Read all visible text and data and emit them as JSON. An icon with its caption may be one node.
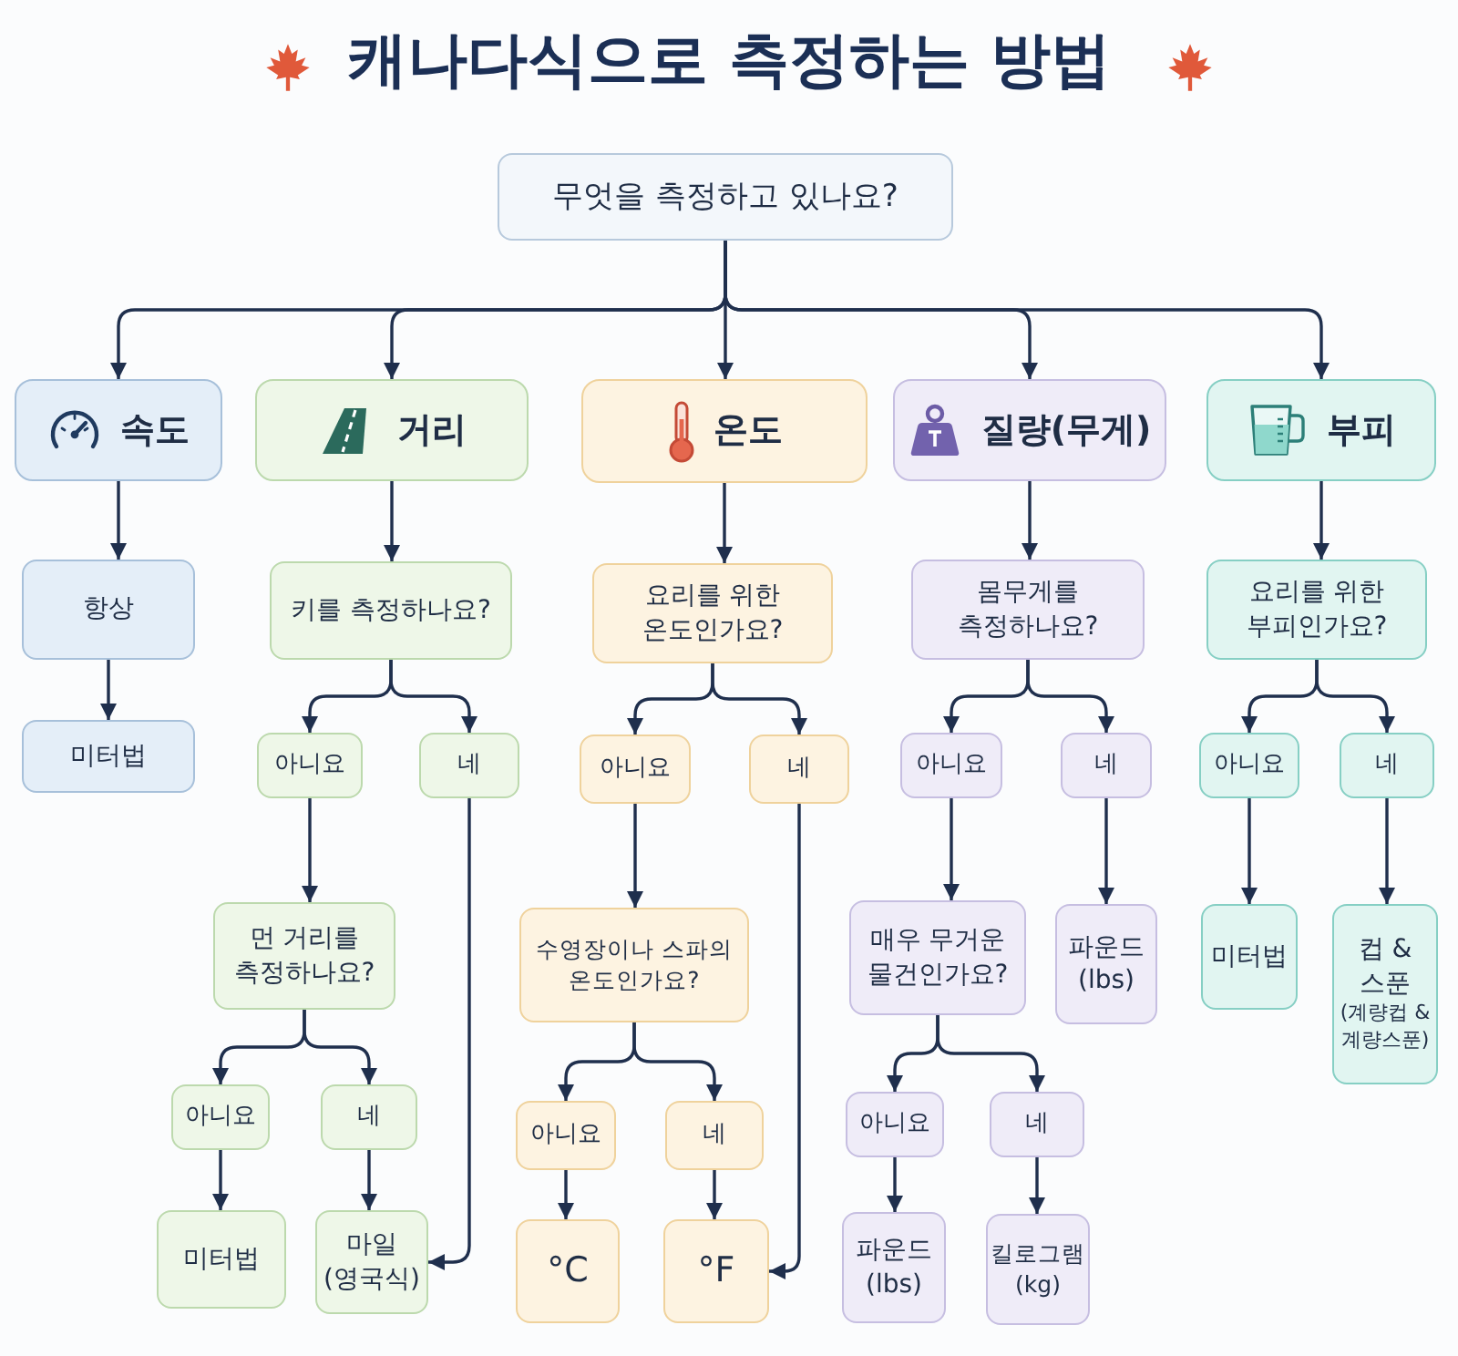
{
  "diagram": {
    "title": "캐나다식으로 측정하는 방법",
    "nodes": [
      {
        "text": [
          "무엇을 측정하고 있나요?"
        ]
      },
      {
        "text": [
          "속도"
        ]
      },
      {
        "text": [
          "거리"
        ]
      },
      {
        "text": [
          "온도"
        ]
      },
      {
        "text": [
          "질량(무게)"
        ]
      },
      {
        "text": [
          "부피"
        ]
      },
      {
        "text": [
          "항상"
        ]
      },
      {
        "text": [
          "미터법"
        ]
      },
      {
        "text": [
          "키를 측정하나요?"
        ]
      },
      {
        "text": [
          "아니요"
        ]
      },
      {
        "text": [
          "네"
        ]
      },
      {
        "text": [
          "먼 거리를 측정하나요?"
        ]
      },
      {
        "text": [
          "아니요"
        ]
      },
      {
        "text": [
          "네"
        ]
      },
      {
        "text": [
          "미터법"
        ]
      },
      {
        "text": [
          "마일 (영국식)"
        ]
      },
      {
        "text": [
          "요리를 위한 온도인가요?"
        ]
      },
      {
        "text": [
          "아니요"
        ]
      },
      {
        "text": [
          "네"
        ]
      },
      {
        "text": [
          "수영장이나 스파의 온도인가요?"
        ]
      },
      {
        "text": [
          "아니요"
        ]
      },
      {
        "text": [
          "네"
        ]
      },
      {
        "text": [
          "°C"
        ]
      },
      {
        "text": [
          "°F"
        ]
      },
      {
        "text": [
          "몸무게를 측정하나요?"
        ]
      },
      {
        "text": [
          "아니요"
        ]
      },
      {
        "text": [
          "네"
        ]
      },
      {
        "text": [
          "매우 무거운 물건인가요?"
        ]
      },
      {
        "text": [
          "파운드 (lbs)"
        ]
      },
      {
        "text": [
          "아니요"
        ]
      },
      {
        "text": [
          "네"
        ]
      },
      {
        "text": [
          "파운드 (lbs)"
        ]
      },
      {
        "text": [
          "킬로그램 (kg)"
        ]
      },
      {
        "text": [
          "요리를 위한 부피인가요?"
        ]
      },
      {
        "text": [
          "아니요"
        ]
      },
      {
        "text": [
          "네"
        ]
      },
      {
        "text": [
          "미터법"
        ]
      },
      {
        "text": [
          "컵 & 스푼",
          "(계량컵 & 계량스푼)"
        ]
      }
    ],
    "edges": [
      {
        "from": 0,
        "to": 1,
        "arrow": "to"
      },
      {
        "from": 0,
        "to": 2,
        "arrow": "to"
      },
      {
        "from": 0,
        "to": 3,
        "arrow": "to"
      },
      {
        "from": 0,
        "to": 4,
        "arrow": "to"
      },
      {
        "from": 0,
        "to": 5,
        "arrow": "to"
      },
      {
        "from": 1,
        "to": 6,
        "arrow": "to"
      },
      {
        "from": 6,
        "to": 7,
        "arrow": "to"
      },
      {
        "from": 2,
        "to": 8,
        "arrow": "to"
      },
      {
        "from": 8,
        "to": 9,
        "arrow": "to"
      },
      {
        "from": 8,
        "to": 10,
        "arrow": "to"
      },
      {
        "from": 9,
        "to": 11,
        "arrow": "to"
      },
      {
        "from": 10,
        "to": 15,
        "arrow": "to"
      },
      {
        "from": 11,
        "to": 12,
        "arrow": "to"
      },
      {
        "from": 11,
        "to": 13,
        "arrow": "to"
      },
      {
        "from": 12,
        "to": 14,
        "arrow": "to"
      },
      {
        "from": 13,
        "to": 15,
        "arrow": "to"
      },
      {
        "from": 3,
        "to": 16,
        "arrow": "to"
      },
      {
        "from": 16,
        "to": 17,
        "arrow": "to"
      },
      {
        "from": 16,
        "to": 18,
        "arrow": "to"
      },
      {
        "from": 17,
        "to": 19,
        "arrow": "to"
      },
      {
        "from": 18,
        "to": 23,
        "arrow": "to"
      },
      {
        "from": 19,
        "to": 20,
        "arrow": "to"
      },
      {
        "from": 19,
        "to": 21,
        "arrow": "to"
      },
      {
        "from": 20,
        "to": 22,
        "arrow": "to"
      },
      {
        "from": 21,
        "to": 23,
        "arrow": "to"
      },
      {
        "from": 4,
        "to": 24,
        "arrow": "to"
      },
      {
        "from": 24,
        "to": 25,
        "arrow": "to"
      },
      {
        "from": 24,
        "to": 26,
        "arrow": "to"
      },
      {
        "from": 25,
        "to": 27,
        "arrow": "to"
      },
      {
        "from": 26,
        "to": 28,
        "arrow": "to"
      },
      {
        "from": 27,
        "to": 29,
        "arrow": "to"
      },
      {
        "from": 27,
        "to": 30,
        "arrow": "to"
      },
      {
        "from": 29,
        "to": 31,
        "arrow": "to"
      },
      {
        "from": 30,
        "to": 32,
        "arrow": "to"
      },
      {
        "from": 5,
        "to": 33,
        "arrow": "to"
      },
      {
        "from": 33,
        "to": 34,
        "arrow": "to"
      },
      {
        "from": 33,
        "to": 35,
        "arrow": "to"
      },
      {
        "from": 34,
        "to": 36,
        "arrow": "to"
      },
      {
        "from": 35,
        "to": 37,
        "arrow": "to"
      }
    ]
  }
}
